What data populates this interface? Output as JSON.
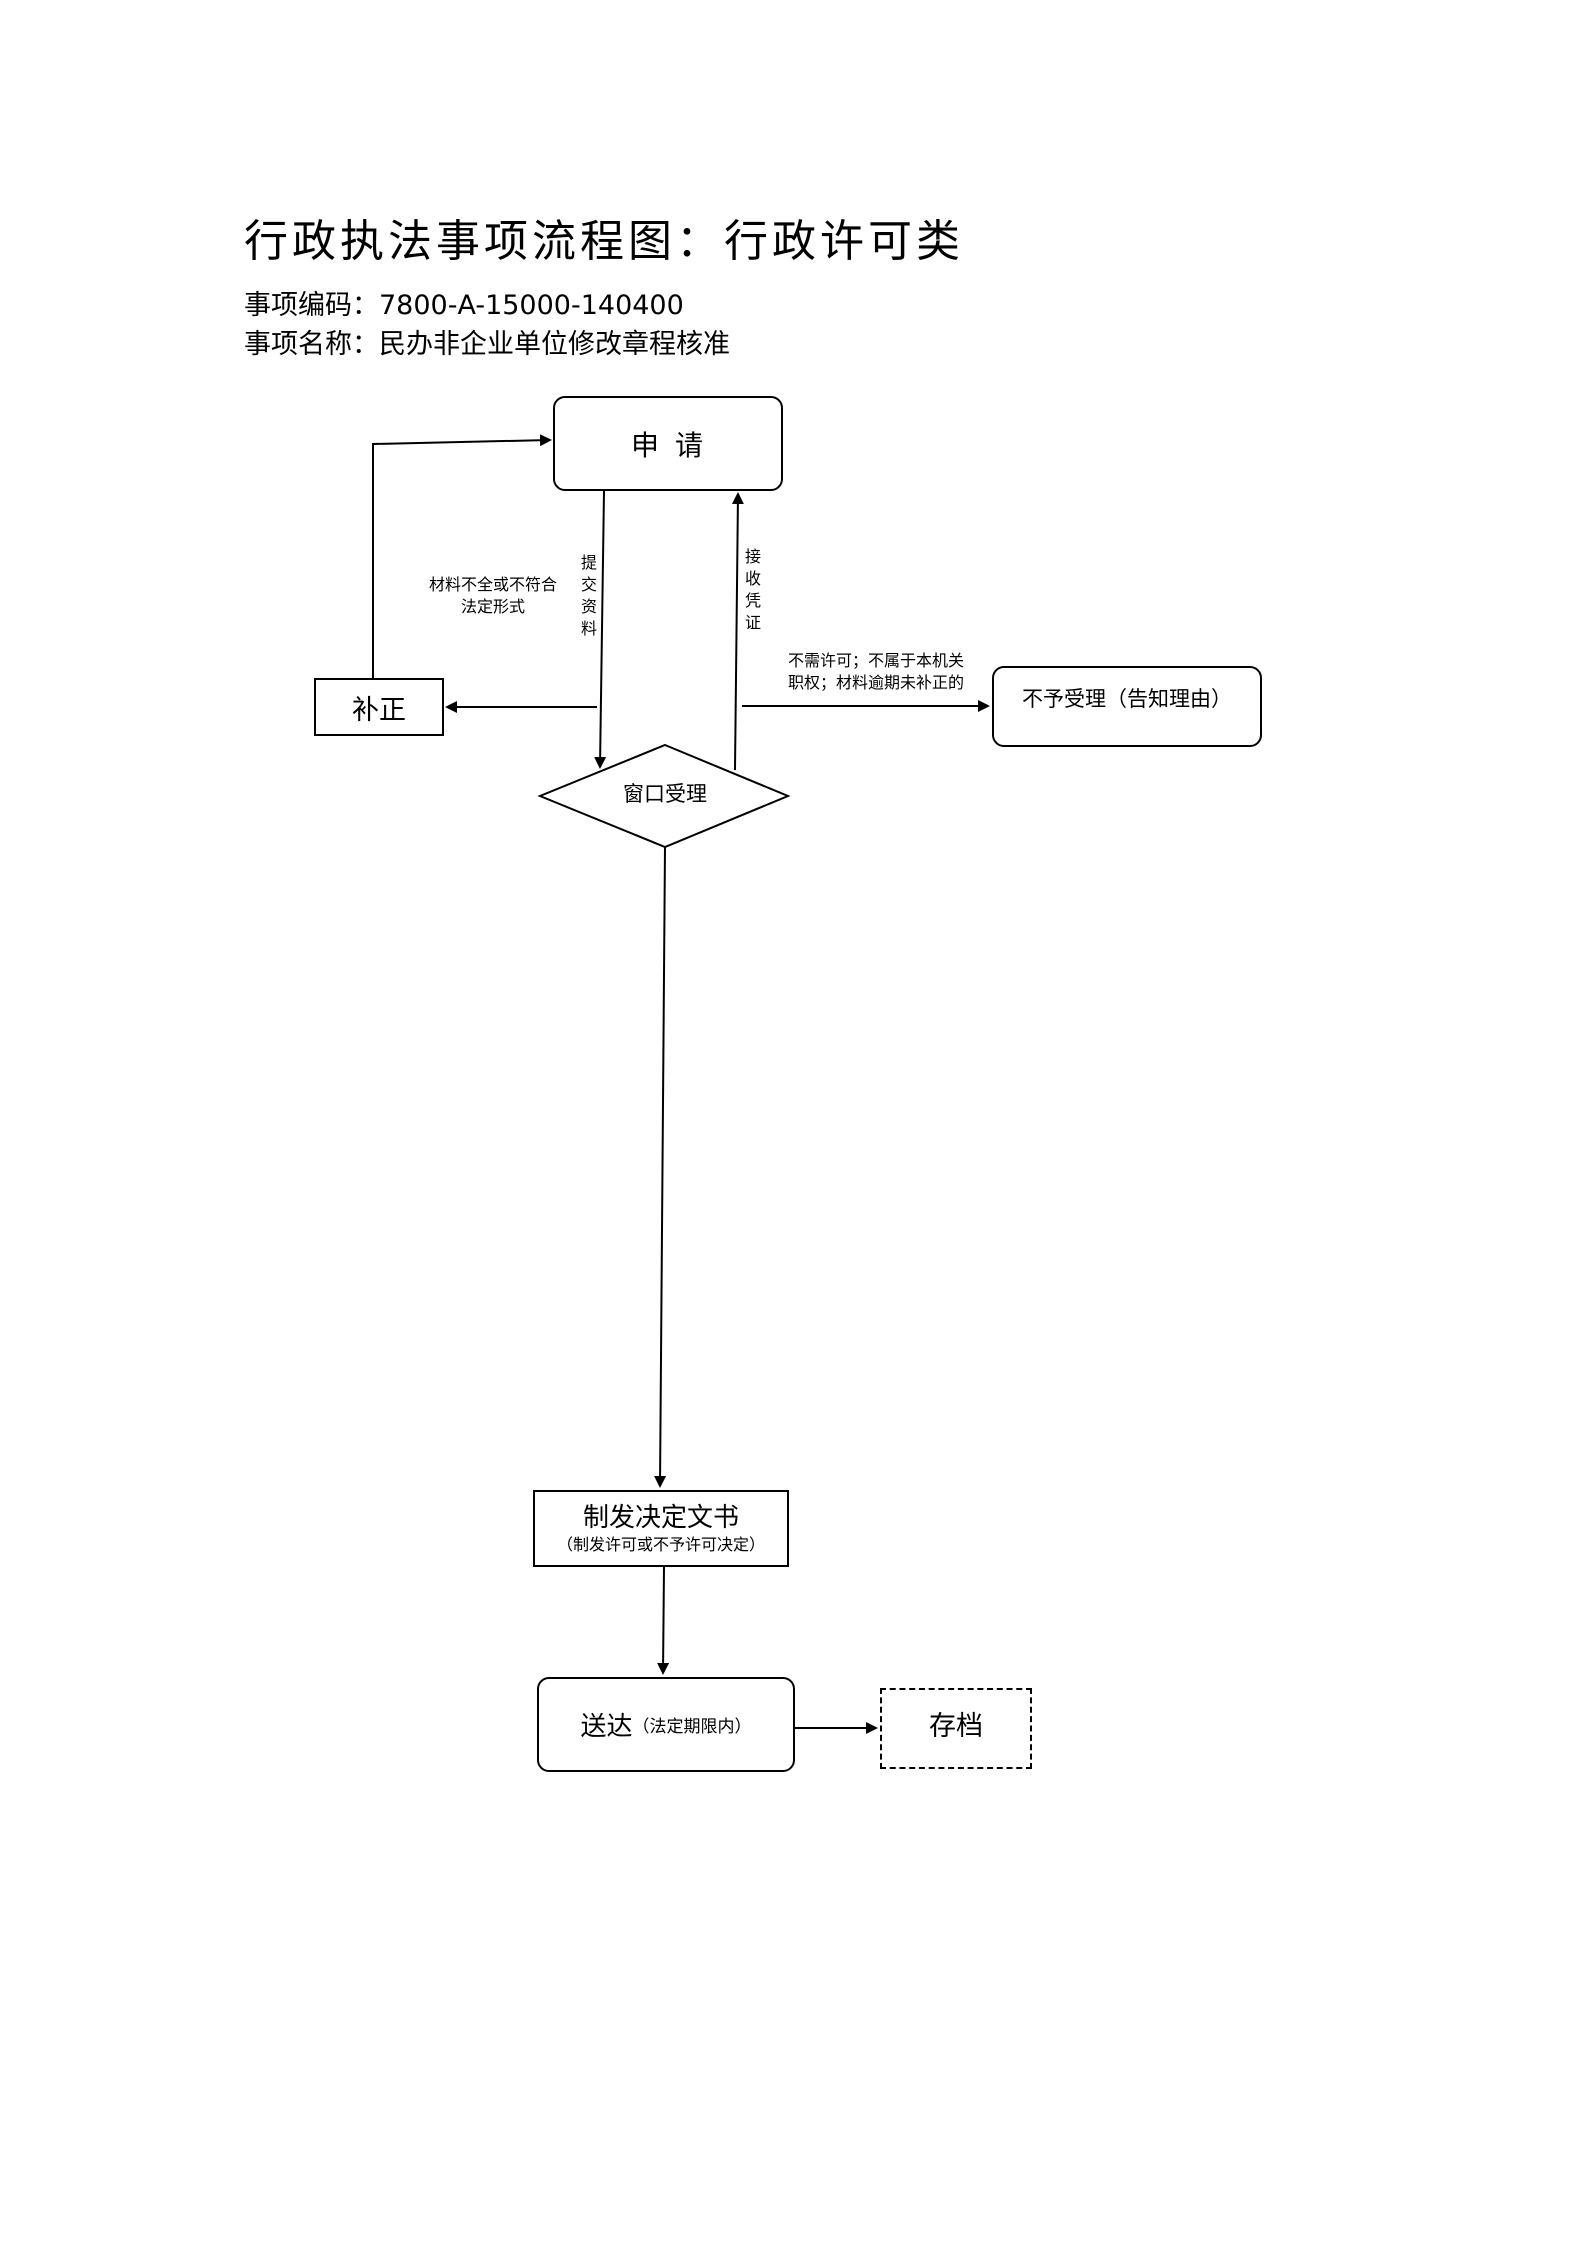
{
  "header": {
    "title": "行政执法事项流程图：行政许可类",
    "code_line": "事项编码：7800-A-15000-140400",
    "name_line": "事项名称：民办非企业单位修改章程核准"
  },
  "nodes": {
    "apply": "申请",
    "window_accept": "窗口受理",
    "supplement": "补正",
    "reject": "不予受理（告知理由）",
    "decision_main": "制发决定文书",
    "decision_sub": "（制发许可或不予许可决定）",
    "deliver_main": "送达",
    "deliver_sub": "（法定期限内）",
    "archive": "存档"
  },
  "edge_labels": {
    "insufficient_line1": "材料不全或不符合",
    "insufficient_line2": "法定形式",
    "submit": "提交资料",
    "receipt": "接收凭证",
    "noneed_line1": "不需许可；不属于本机关",
    "noneed_line2": "职权；材料逾期未补正的"
  }
}
